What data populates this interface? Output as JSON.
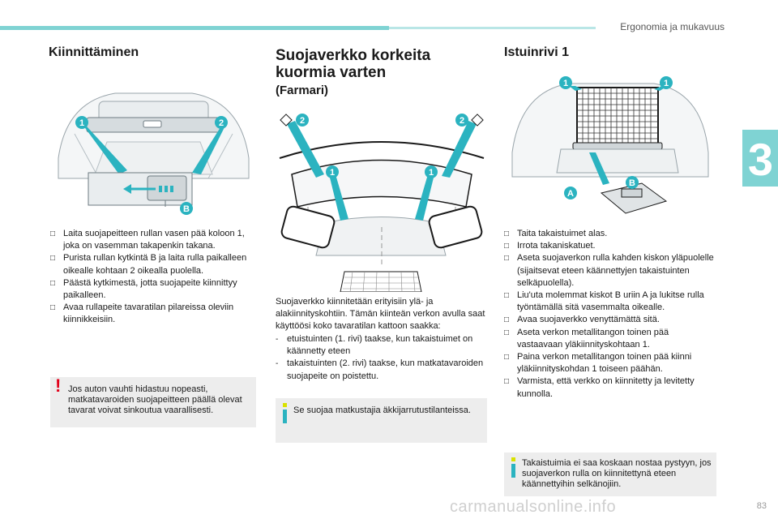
{
  "header": {
    "section": "Ergonomia ja mukavuus",
    "chapter": "3",
    "page": "83"
  },
  "col1": {
    "title": "Kiinnittäminen",
    "callouts": [
      "1",
      "2",
      "B"
    ],
    "steps": [
      "Laita suojapeitteen rullan vasen pää koloon 1, joka on vasemman takapenkin takana.",
      "Purista rullan kytkintä B ja laita rulla paikalleen oikealle kohtaan 2 oikealla puolella.",
      "Päästä kytkimestä, jotta suojapeite kiinnittyy paikalleen.",
      "Avaa rullapeite tavaratilan pilareissa oleviin kiinnikkeisiin."
    ],
    "warning": "Jos auton vauhti hidastuu nopeasti, matkatavaroiden suojapeitteen päällä olevat tavarat voivat sinkoutua vaarallisesti."
  },
  "col2": {
    "title": "Suojaverkko korkeita kuormia varten",
    "subtitle": "(Farmari)",
    "callouts": [
      "2",
      "2",
      "1",
      "1"
    ],
    "intro": "Suojaverkko kiinnitetään erityisiin ylä- ja alakiinnityskohtiin. Tämän kiinteän verkon avulla saat käyttöösi koko tavaratilan kattoon saakka:",
    "items": [
      "etuistuinten (1. rivi) taakse, kun takaistuimet on käännetty eteen",
      "takaistuinten (2. rivi) taakse, kun matkatavaroiden suojapeite on poistettu."
    ],
    "info": "Se suojaa matkustajia äkkijarrutustilanteissa."
  },
  "col3": {
    "title": "Istuinrivi 1",
    "callouts": [
      "1",
      "1",
      "A",
      "B"
    ],
    "steps": [
      "Taita takaistuimet alas.",
      "Irrota takaniskatuet.",
      "Aseta suojaverkon rulla kahden kiskon yläpuolelle (sijaitsevat eteen käännettyjen takaistuinten selkäpuolella).",
      "Liu'uta molemmat kiskot B uriin A ja lukitse rulla työntämällä sitä vasemmalta oikealle.",
      "Avaa suojaverkko venyttämättä sitä.",
      "Aseta verkon metallitangon toinen pää vastaavaan yläkiinnityskohtaan 1.",
      "Paina verkon metallitangon toinen pää kiinni yläkiinnityskohdan 1 toiseen päähän.",
      "Varmista, että verkko on kiinnitetty ja levitetty kunnolla."
    ],
    "info": "Takaistuimia ei saa koskaan nostaa pystyyn, jos suojaverkon rulla on kiinnitettynä eteen käännettyihin selkänojiin."
  },
  "watermark": "carmanualsonline.info",
  "colors": {
    "accent": "#7fd3d3",
    "callout": "#2bb3c0",
    "warning": "#e2001a",
    "note_bg": "#ededed"
  },
  "icons": {
    "bullet": "checkbox-bullet-icon",
    "warning": "exclamation-icon",
    "info": "info-icon"
  }
}
